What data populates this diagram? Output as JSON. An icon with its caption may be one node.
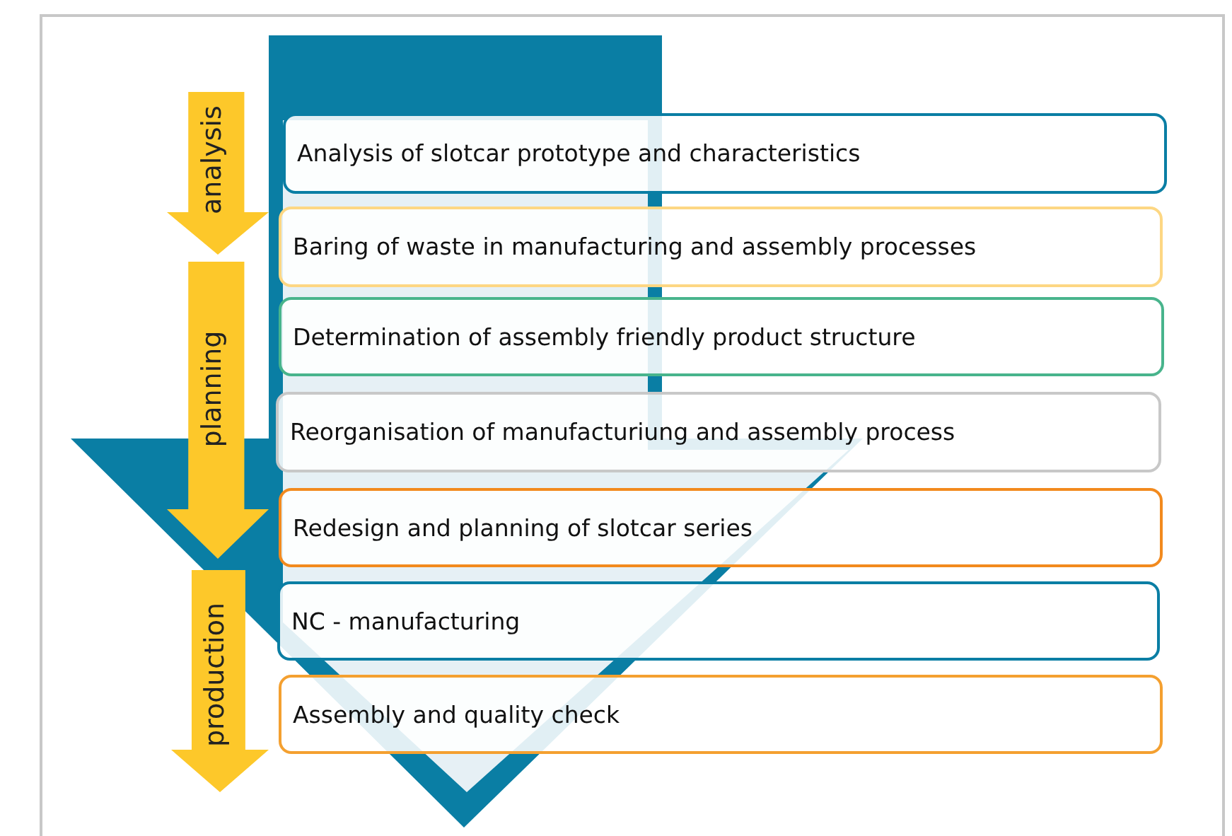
{
  "diagram": {
    "nodes": [
      {
        "text": [
          "analysis"
        ]
      },
      {
        "text": [
          "planning"
        ]
      },
      {
        "text": [
          "production"
        ]
      },
      {
        "text": [
          "Analysis of slotcar prototype and characteristics"
        ]
      },
      {
        "text": [
          "Baring of waste in manufacturing and assembly processes"
        ]
      },
      {
        "text": [
          "Determination of assembly friendly product structure"
        ]
      },
      {
        "text": [
          "Reorganisation of manufacturiung and assembly process"
        ]
      },
      {
        "text": [
          "Redesign and planning of slotcar series"
        ]
      },
      {
        "text": [
          "NC - manufacturing"
        ]
      },
      {
        "text": [
          "Assembly and quality check"
        ]
      }
    ]
  }
}
